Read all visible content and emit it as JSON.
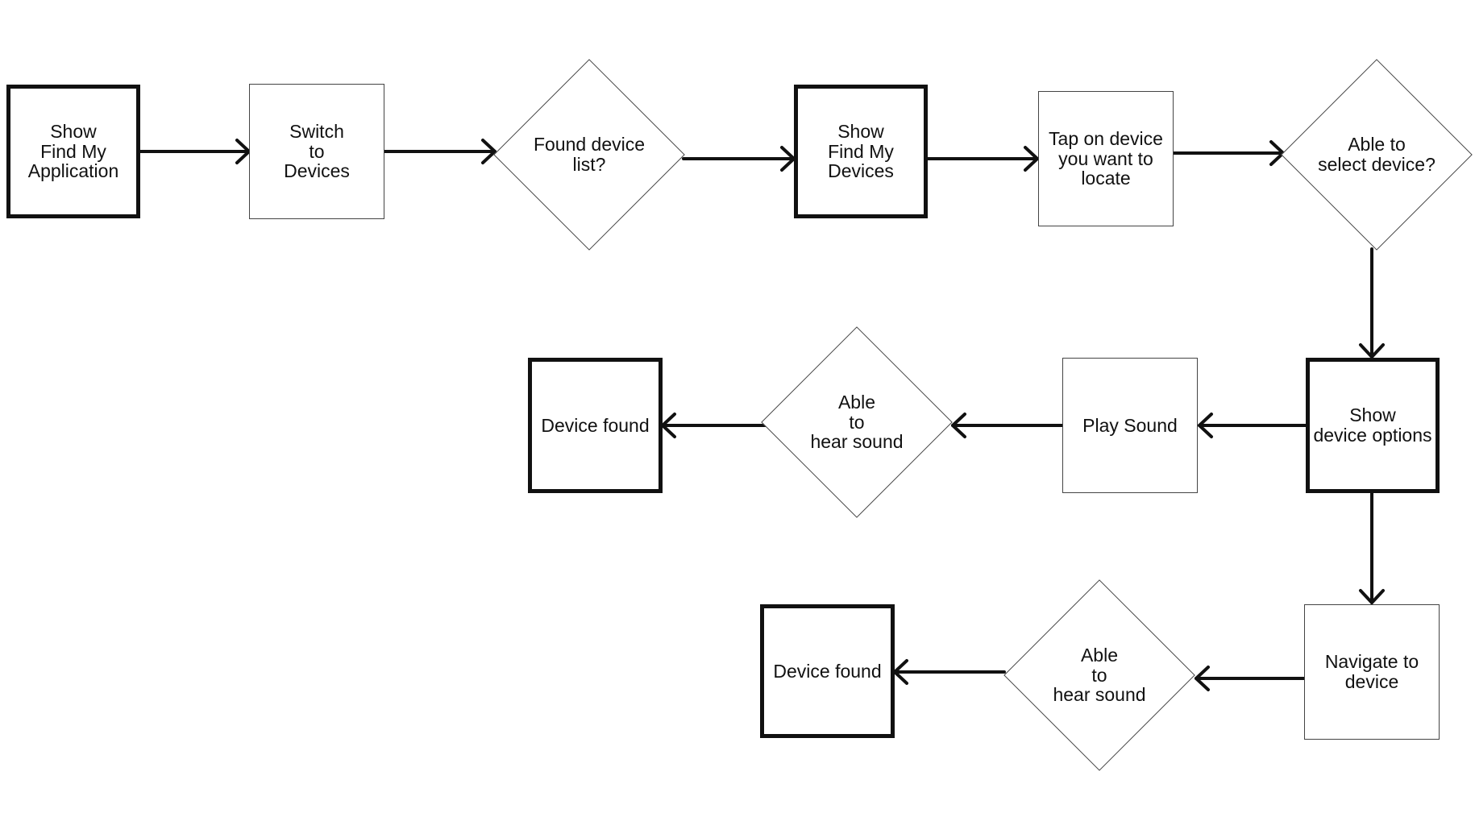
{
  "nodes": {
    "show_find_my_app": "Show\nFind My\nApplication",
    "switch_to_devices": "Switch\nto\nDevices",
    "found_device_list": "Found device\nlist?",
    "show_find_my_devices": "Show\nFind My\nDevices",
    "tap_on_device": "Tap on device\nyou want to\nlocate",
    "able_to_select": "Able to\nselect device?",
    "show_device_options": "Show\ndevice options",
    "play_sound": "Play Sound",
    "able_to_hear_1": "Able\nto\nhear sound",
    "device_found_1": "Device found",
    "navigate_to_device": "Navigate to\ndevice",
    "able_to_hear_2": "Able\nto\nhear sound",
    "device_found_2": "Device found"
  },
  "colors": {
    "stroke": "#111111",
    "thin_border": "#444444",
    "background": "#ffffff"
  }
}
